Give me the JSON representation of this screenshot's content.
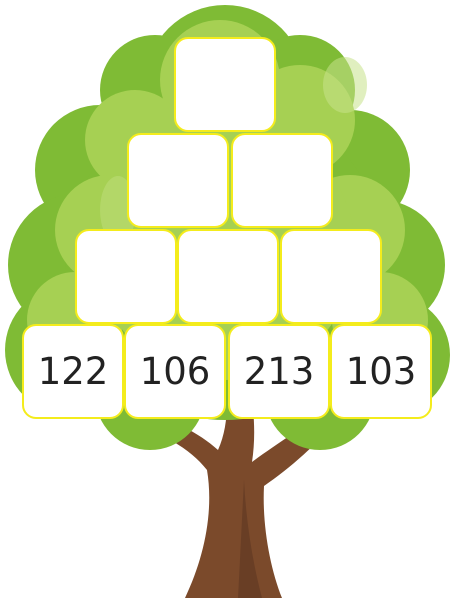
{
  "pyramid": {
    "row1": [
      ""
    ],
    "row2": [
      "",
      ""
    ],
    "row3": [
      "",
      "",
      ""
    ],
    "row4": [
      "122",
      "106",
      "213",
      "103"
    ]
  },
  "colors": {
    "foliage_light": "#a6d053",
    "foliage_dark": "#7fbb35",
    "trunk": "#7b4a2b",
    "trunk_shadow": "#5b3420",
    "cell_border": "#f4ec1c",
    "cell_fill": "#ffffff"
  }
}
